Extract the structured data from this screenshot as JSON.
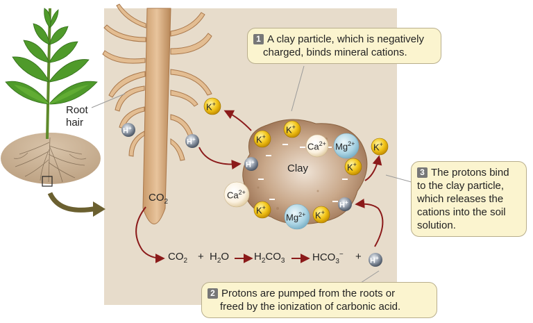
{
  "labels": {
    "root_hair_1": "Root",
    "root_hair_2": "hair",
    "clay": "Clay",
    "co": "CO",
    "h": "H",
    "o": "O",
    "hco": "HCO",
    "two": "2",
    "three": "3",
    "minus": "−",
    "plus": "+"
  },
  "ions": {
    "k": "K",
    "k_charge": "+",
    "h": "H",
    "h_charge": "+",
    "ca": "Ca",
    "ca_charge": "2+",
    "mg": "Mg",
    "mg_charge": "2+"
  },
  "callouts": [
    {
      "number": "1",
      "line1": "A clay particle, which is negatively",
      "line2": "charged, binds mineral cations."
    },
    {
      "number": "2",
      "line1": "Protons are pumped from the roots or",
      "line2": "freed by the ionization of carbonic acid."
    },
    {
      "number": "3",
      "line1": "The protons bind",
      "line2": "to the clay particle,",
      "line3": "which releases the",
      "line4": "cations into the soil",
      "line5": "solution."
    }
  ],
  "colors": {
    "arrow": "#8b1a1a",
    "panel": "#e7dccb",
    "callout_bg": "#fbf4cf",
    "k_ion": "#f2c418",
    "h_ion": "#8b95a3",
    "mg_ion": "#a9d3e3",
    "ca_ion": "#fbf1df"
  }
}
